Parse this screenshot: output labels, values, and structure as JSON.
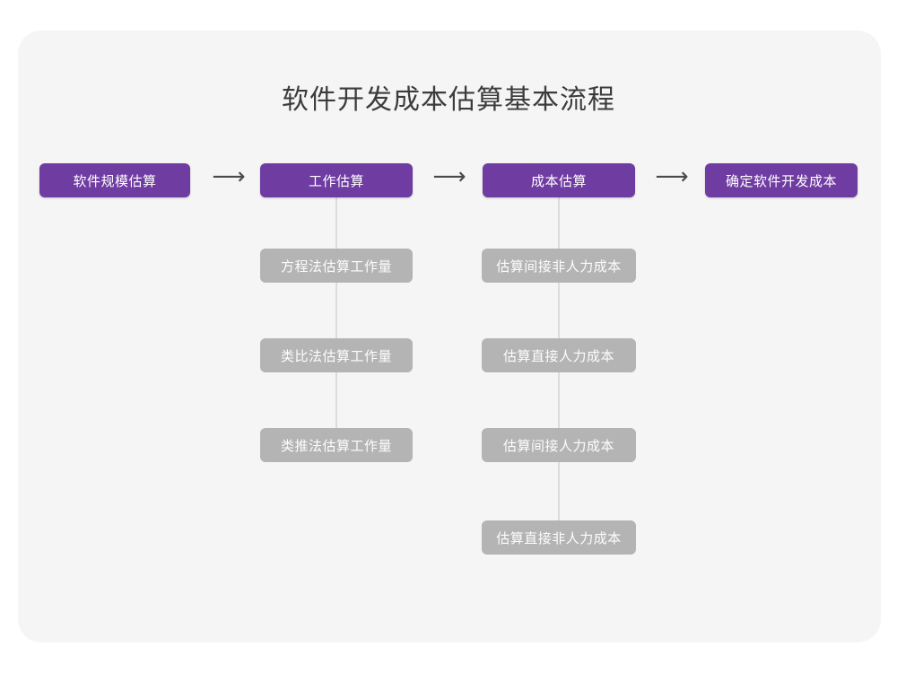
{
  "card": {
    "background_color": "#F5F5F5",
    "page_background": "#FFFFFF"
  },
  "title": "软件开发成本估算基本流程",
  "colors": {
    "primary": "#6F3CA2",
    "secondary": "#B4B4B4",
    "title_text": "#3C3C3C",
    "node_text": "#FFFFFF",
    "connector": "#DCDCDC",
    "arrow": "#4A4A4A"
  },
  "arrow_glyph": "⟶",
  "flow": {
    "main_steps": [
      {
        "label": "软件规模估算"
      },
      {
        "label": "工作估算"
      },
      {
        "label": "成本估算"
      },
      {
        "label": "确定软件开发成本"
      }
    ],
    "arrows": [
      {
        "name": "arrow-1",
        "glyph": "⟶"
      },
      {
        "name": "arrow-2",
        "glyph": "⟶"
      },
      {
        "name": "arrow-3",
        "glyph": "⟶"
      }
    ],
    "branches": [
      {
        "parent": "工作估算",
        "items": [
          {
            "label": "方程法估算工作量"
          },
          {
            "label": "类比法估算工作量"
          },
          {
            "label": "类推法估算工作量"
          }
        ]
      },
      {
        "parent": "成本估算",
        "items": [
          {
            "label": "估算间接非人力成本"
          },
          {
            "label": "估算直接人力成本"
          },
          {
            "label": "估算间接人力成本"
          },
          {
            "label": "估算直接非人力成本"
          }
        ]
      }
    ]
  }
}
